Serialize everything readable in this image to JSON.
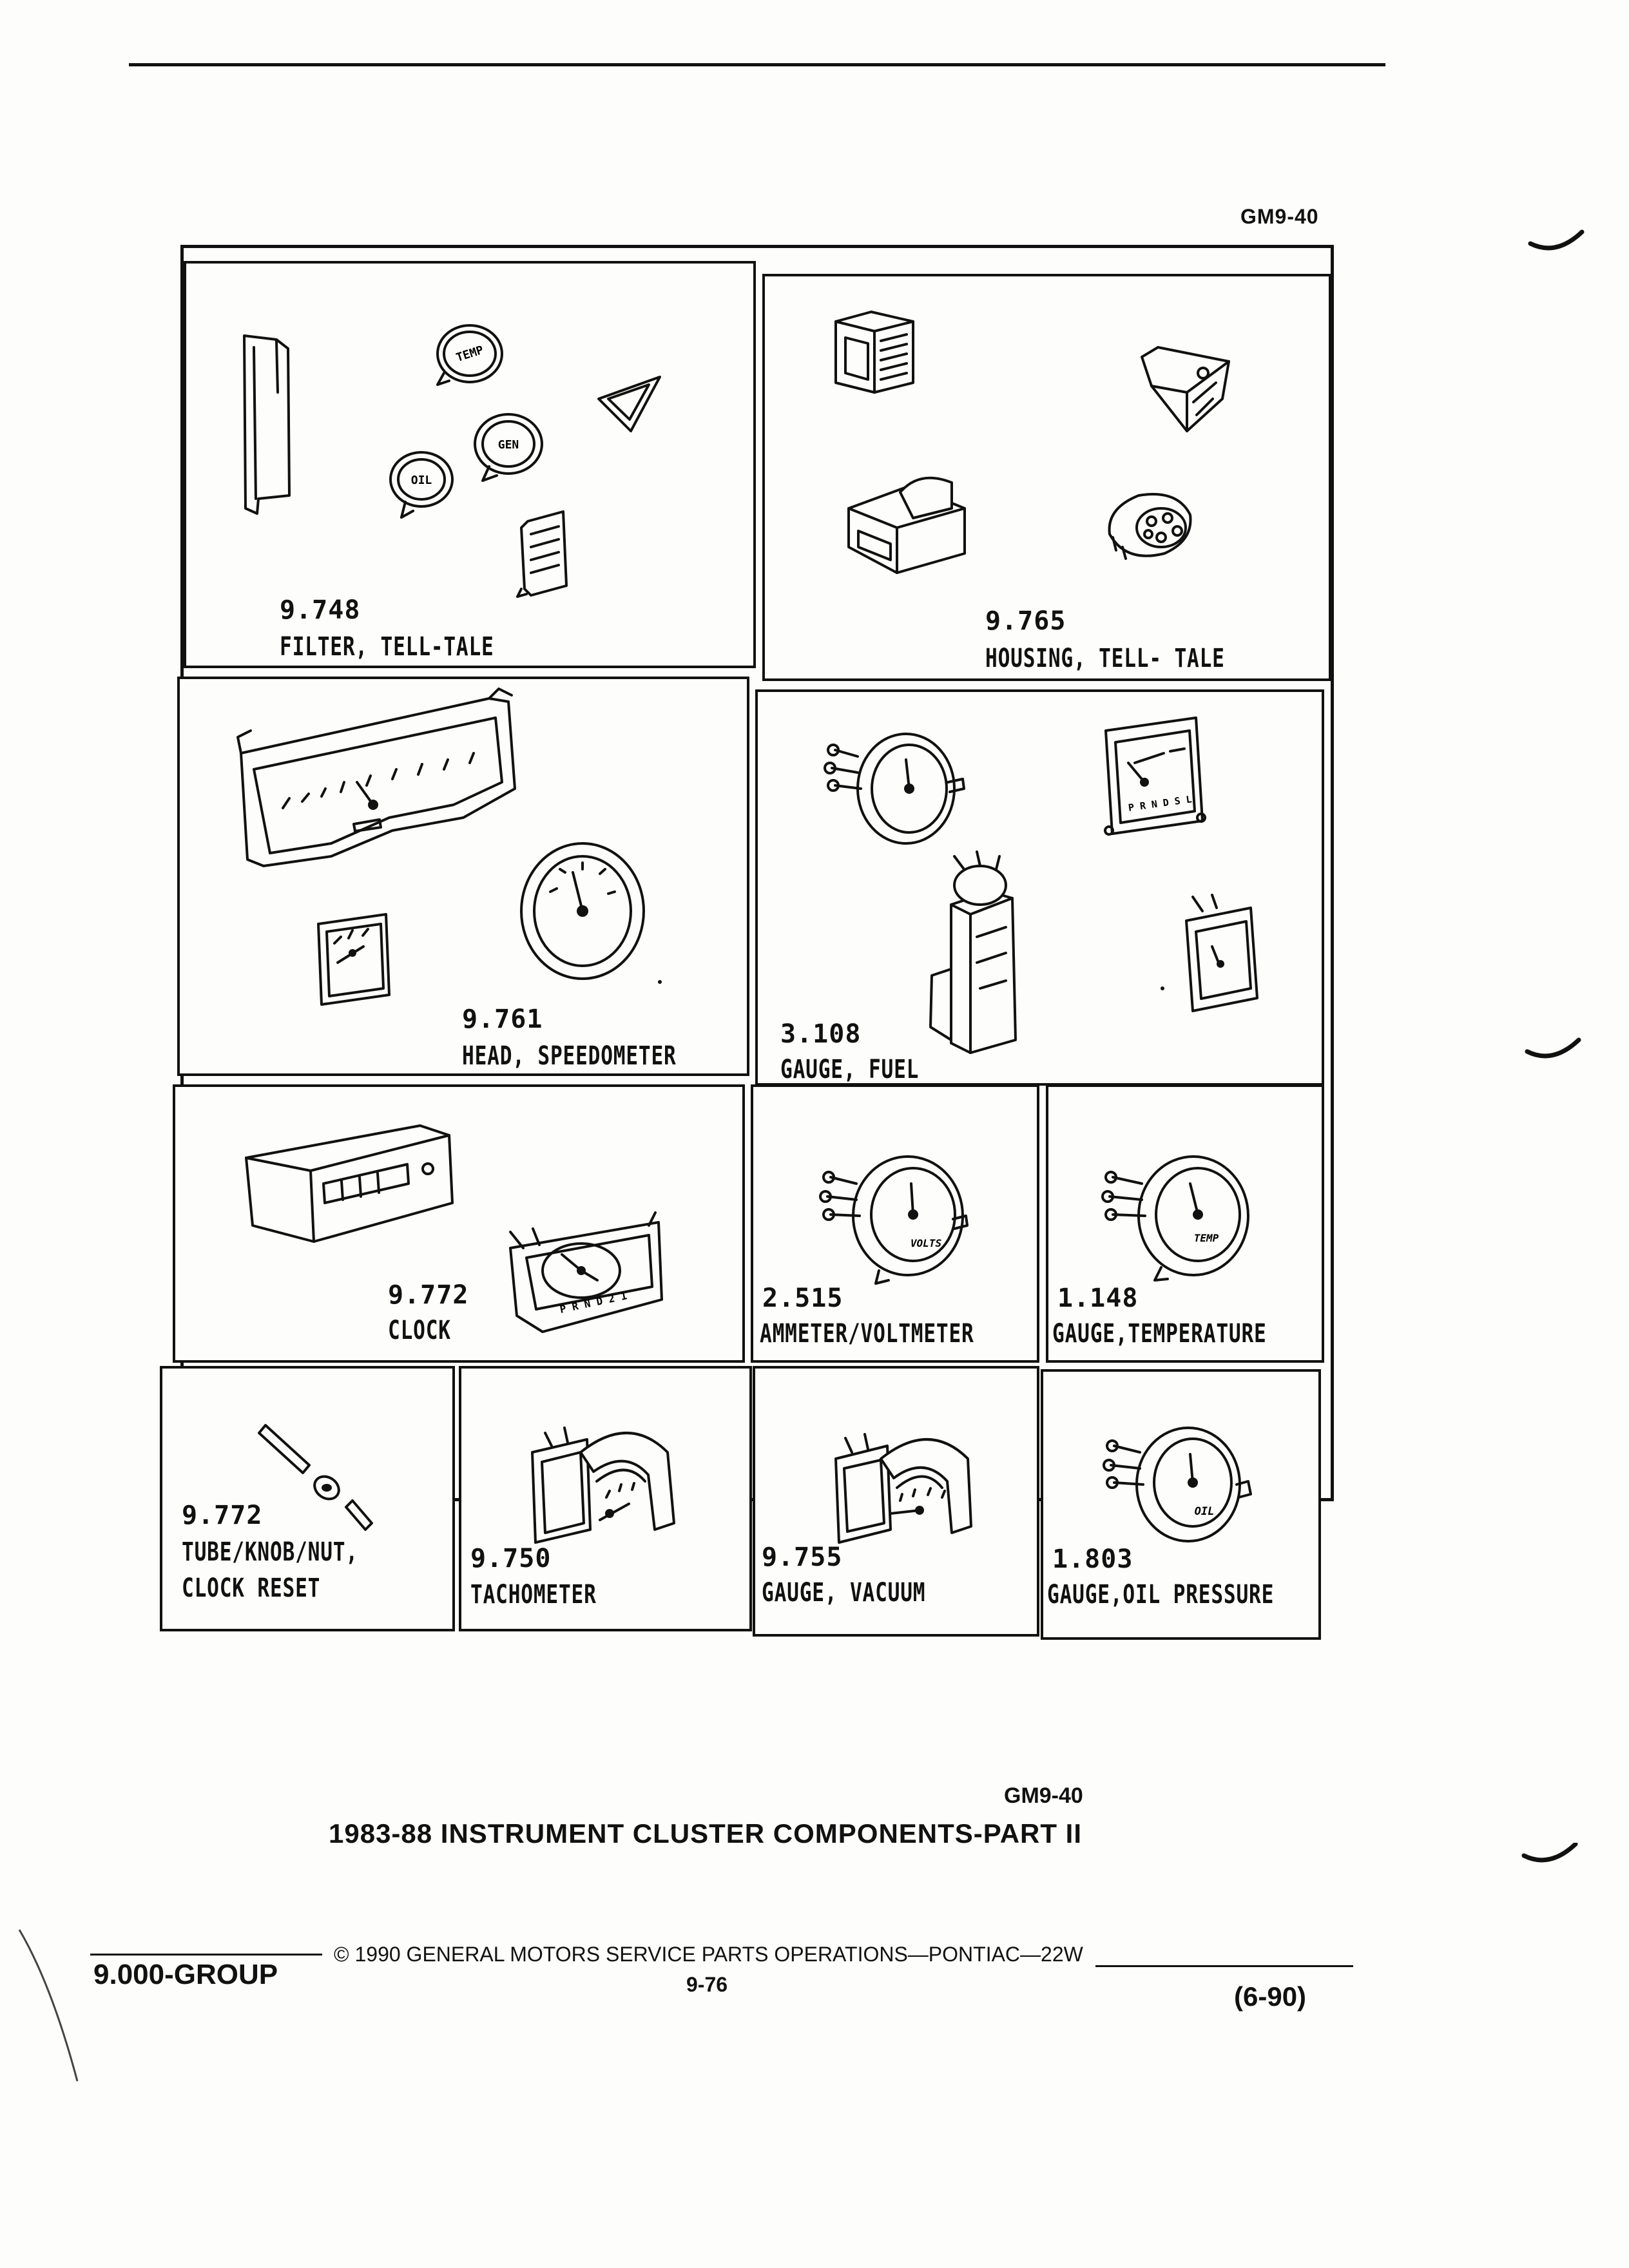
{
  "header": {
    "ref_top": "GM9-40"
  },
  "panels": [
    {
      "number": "9.748",
      "name": "FILTER, TELL-TALE"
    },
    {
      "number": "9.765",
      "name": "HOUSING, TELL- TALE"
    },
    {
      "number": "9.761",
      "name": "HEAD, SPEEDOMETER"
    },
    {
      "number": "3.108",
      "name": "GAUGE, FUEL"
    },
    {
      "number": "9.772",
      "name": "CLOCK"
    },
    {
      "number": "2.515",
      "name": "AMMETER/VOLTMETER"
    },
    {
      "number": "1.148",
      "name": "GAUGE,TEMPERATURE"
    },
    {
      "number": "9.772",
      "name_line1": "TUBE/KNOB/NUT,",
      "name_line2": "CLOCK RESET"
    },
    {
      "number": "9.750",
      "name": "TACHOMETER"
    },
    {
      "number": "9.755",
      "name": "GAUGE, VACUUM"
    },
    {
      "number": "1.803",
      "name": "GAUGE,OIL PRESSURE"
    }
  ],
  "art_labels": {
    "temp": "TEMP",
    "oil": "OIL",
    "gen": "GEN",
    "volts": "VOLTS",
    "prndl": "P R N D S L",
    "prnd21": "P R N D 2 1"
  },
  "caption": {
    "ref": "GM9-40",
    "title": "1983-88 INSTRUMENT CLUSTER COMPONENTS-PART II"
  },
  "footer": {
    "group": "9.000-GROUP",
    "copyright": "© 1990 GENERAL MOTORS SERVICE PARTS OPERATIONS—PONTIAC—22W",
    "page": "9-76",
    "date": "(6-90)"
  }
}
